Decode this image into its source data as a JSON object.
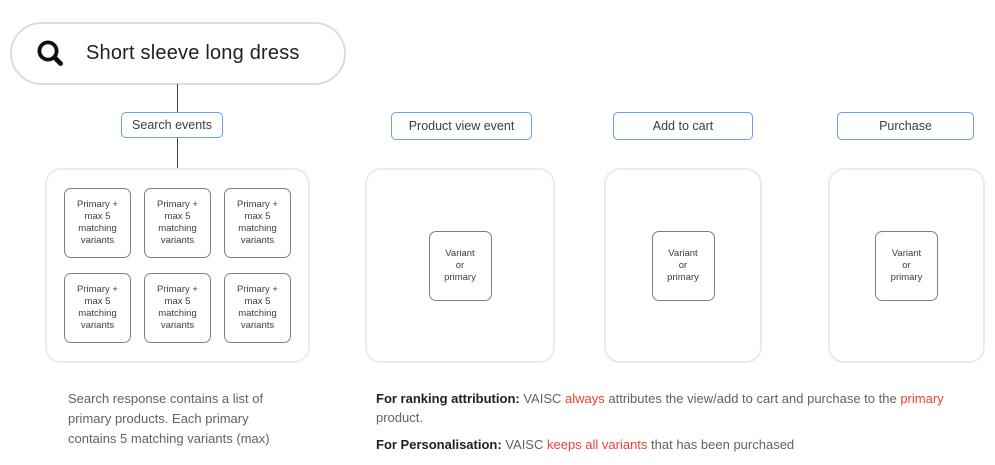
{
  "search_bar": {
    "icon": "search-icon",
    "query": "Short sleeve long dress"
  },
  "events": {
    "search": "Search events",
    "product_view": "Product view event",
    "add_to_cart": "Add to cart",
    "purchase": "Purchase"
  },
  "search_container": {
    "box_label": "Primary +\nmax 5\nmatching\nvariants",
    "box_count": 6
  },
  "variant_box_label": "Variant\nor\nprimary",
  "captions": {
    "search_response": "Search response contains a list of\nprimary products. Each primary\ncontains 5 matching variants (max)"
  },
  "notes": {
    "ranking": {
      "lead": "For ranking attribution:",
      "s1": " VAISC ",
      "red1": "always",
      "s2": " attributes the view/add to cart and purchase to the ",
      "red2": "primary",
      "s3": " product."
    },
    "personalisation": {
      "lead": "For Personalisation:",
      "s1": " VAISC ",
      "red1": "keeps all variants",
      "s2": " that has been purchased"
    }
  },
  "colors": {
    "accent_blue": "#699bf7",
    "alert_red": "#ea4335",
    "container_border": "#e9eaed",
    "inner_box_border": "#7b8188",
    "text_dark": "#202124",
    "text_gray": "#5f6368"
  }
}
